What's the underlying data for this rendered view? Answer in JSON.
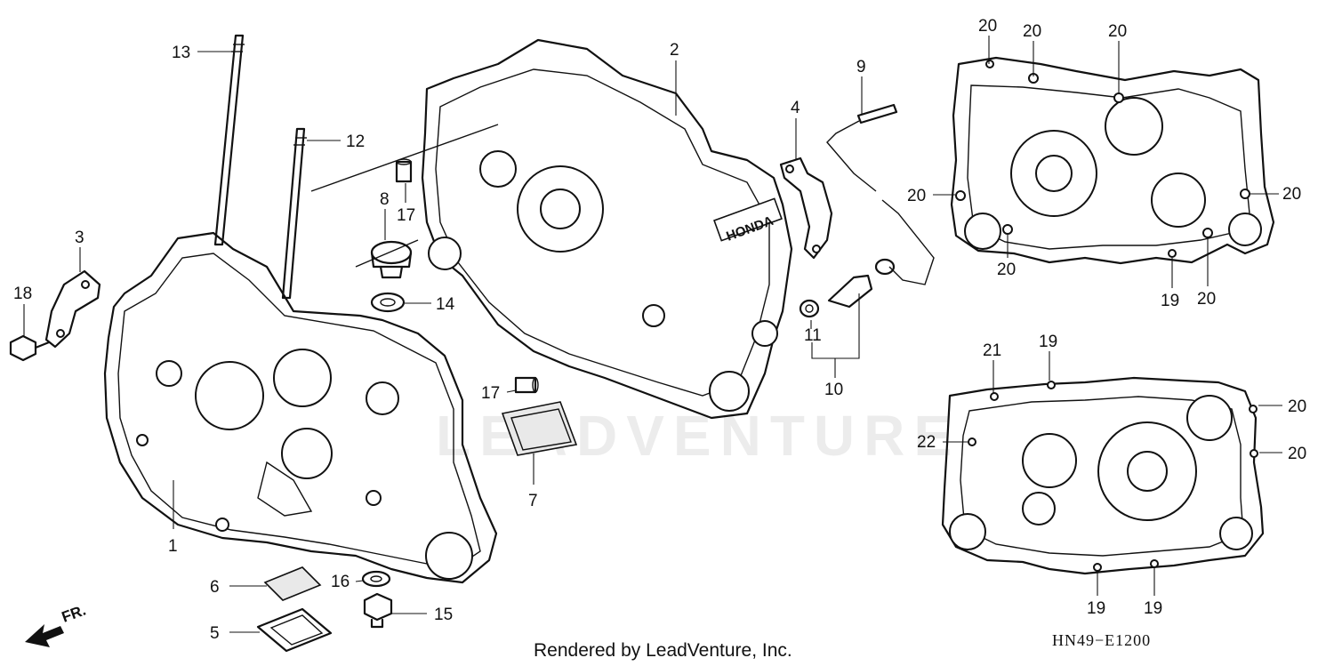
{
  "watermark": "LEADVENTURE",
  "footer": "Rendered by LeadVenture, Inc.",
  "diagram_code": "HN49−E1200",
  "direction_label": "FR.",
  "housing_brand": "HONDA",
  "callouts": {
    "c1": "1",
    "c2": "2",
    "c3": "3",
    "c4": "4",
    "c5": "5",
    "c6": "6",
    "c7": "7",
    "c8": "8",
    "c9": "9",
    "c10": "10",
    "c11": "11",
    "c12": "12",
    "c13": "13",
    "c14": "14",
    "c15": "15",
    "c16": "16",
    "c17a": "17",
    "c17b": "17",
    "c18": "18",
    "g1_20a": "20",
    "g1_20b": "20",
    "g1_20c": "20",
    "g1_20d": "20",
    "g1_20e": "20",
    "g1_20f": "20",
    "g1_20g": "20",
    "g1_19": "19",
    "g2_21": "21",
    "g2_19a": "19",
    "g2_22": "22",
    "g2_20a": "20",
    "g2_20b": "20",
    "g2_19b": "19",
    "g2_19c": "19"
  }
}
